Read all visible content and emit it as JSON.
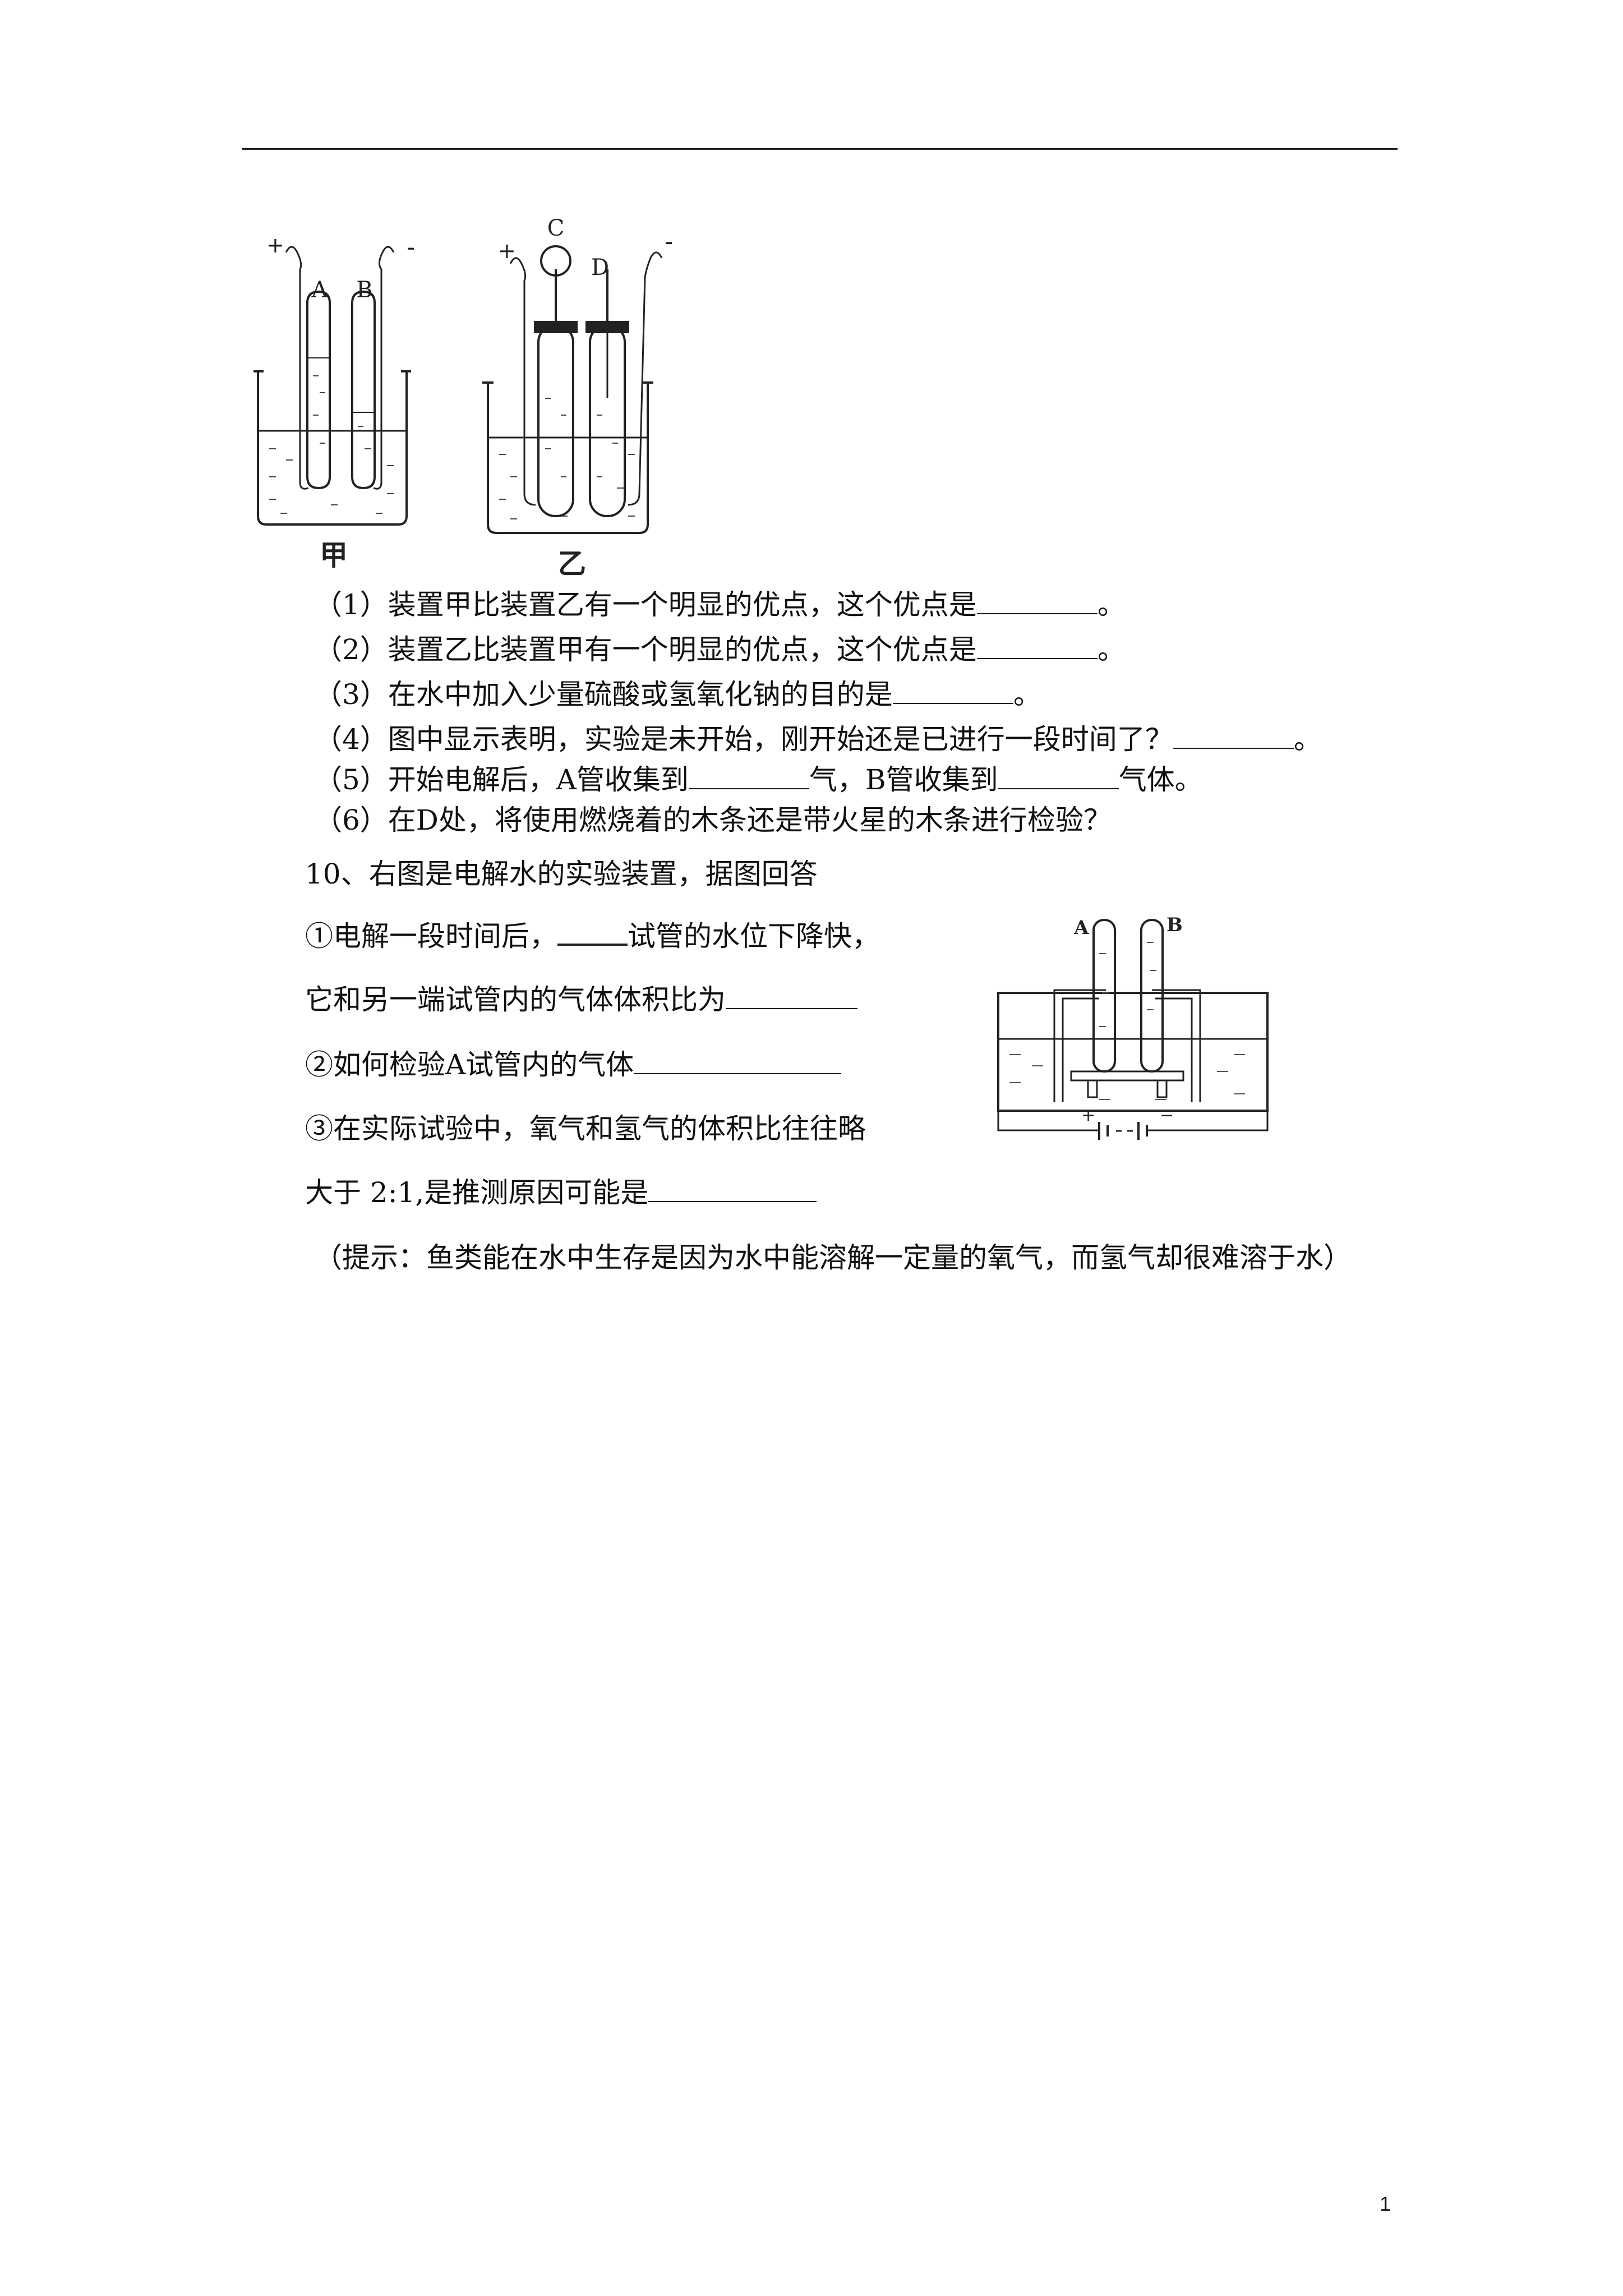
{
  "figure1": {
    "label_left": "甲",
    "label_right": "乙",
    "terminal_plus": "+",
    "terminal_minus": "-",
    "tube_a": "A",
    "tube_b": "B",
    "tube_c": "C",
    "tube_d": "D"
  },
  "questions9": [
    {
      "text": "（1）装置甲比装置乙有一个明显的优点，这个优点是",
      "after": "。"
    },
    {
      "text": "（2）装置乙比装置甲有一个明显的优点，这个优点是",
      "after": "。"
    },
    {
      "text": "（3）在水中加入少量硫酸或氢氧化钠的目的是",
      "after": "。"
    },
    {
      "text": "（4）图中显示表明，实验是未开始，刚开始还是已进行一段时间了？",
      "after": "。"
    },
    {
      "text": "（5）开始电解后，A管收集到",
      "mid": "气，B管收集到",
      "after": "气体。"
    },
    {
      "text": "（6）在D处，将使用燃烧着的木条还是带火星的木条进行检验？"
    }
  ],
  "question10": {
    "title": "10、右图是电解水的实验装置，据图回答",
    "q1_part1": "①电解一段时间后，",
    "q1_part2": "试管的水位下降快，",
    "q1_line2": "它和另一端试管内的气体体积比为",
    "q2": "②如何检验A试管内的气体",
    "q3_line1": "③在实际试验中，氧气和氢气的体积比往往略",
    "q3_line2": "大于 2:1,是推测原因可能是",
    "hint": "（提示：鱼类能在水中生存是因为水中能溶解一定量的氧气，而氢气却很难溶于水）"
  },
  "figure2": {
    "tube_a": "A",
    "tube_b": "B",
    "battery_plus": "+",
    "battery_minus": "−"
  },
  "page_number": "1"
}
